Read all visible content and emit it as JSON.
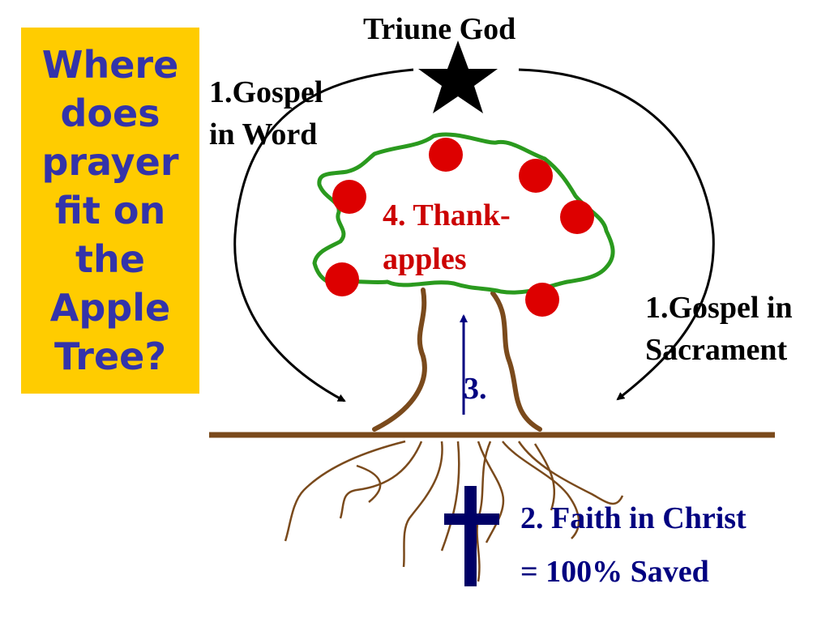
{
  "question": "Where does prayer fit on the Apple Tree?",
  "labels": {
    "triune_god": "Triune God",
    "gospel_word_line1": "1.Gospel",
    "gospel_word_line2": "in Word",
    "gospel_sacrament_line1": "1.Gospel in",
    "gospel_sacrament_line2": "Sacrament",
    "thank_apples_line1": "4. Thank-",
    "thank_apples_line2": "apples",
    "step_three": "3.",
    "faith_line1": "2.  Faith in Christ",
    "faith_line2": "= 100% Saved"
  },
  "icons": {
    "star": "star-icon",
    "cross": "cross-icon",
    "apple": "apple-icon"
  },
  "colors": {
    "question_box": "#ffcc00",
    "question_text": "#3333aa",
    "foliage_outline": "#2a9a1e",
    "apple": "#dd0000",
    "trunk": "#7a4a1c",
    "cross": "#000066",
    "faith_text": "#000080",
    "thank_text": "#cc0000"
  }
}
